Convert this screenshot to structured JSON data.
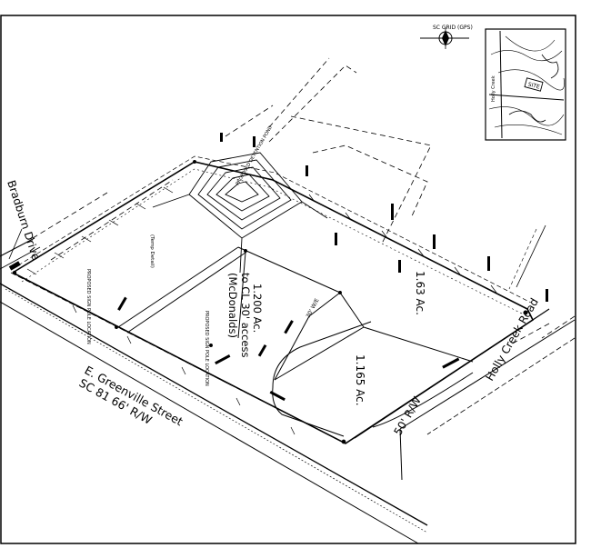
{
  "north": {
    "label": "SC GRID (GPS)"
  },
  "roads": {
    "bradburn": "Bradburn Drive",
    "greenville_name": "E. Greenville Street",
    "greenville_route": "SC 81  66' R/W",
    "holly_creek_name": "Holly Creek Road",
    "holly_creek_row": "50' R/W"
  },
  "parcels": {
    "lot_a_line1": "1.200 Ac.",
    "lot_a_line2": "to CL 30' access",
    "lot_a_line3": "(McDonalds)",
    "lot_b": "1.63 Ac.",
    "lot_c": "1.165 Ac."
  },
  "labels": {
    "easement": "(Temp Detail)",
    "pond": "PROPOSED DETENTION POND",
    "sign_left": "PROPOSED SIGN POLE LOCATION",
    "sign_right": "PROPOSED SIGN POLE LOCATION",
    "access_width": "30' W/E"
  },
  "vicinity": {
    "site_label": "SITE",
    "road_label": "Holly Creek"
  }
}
